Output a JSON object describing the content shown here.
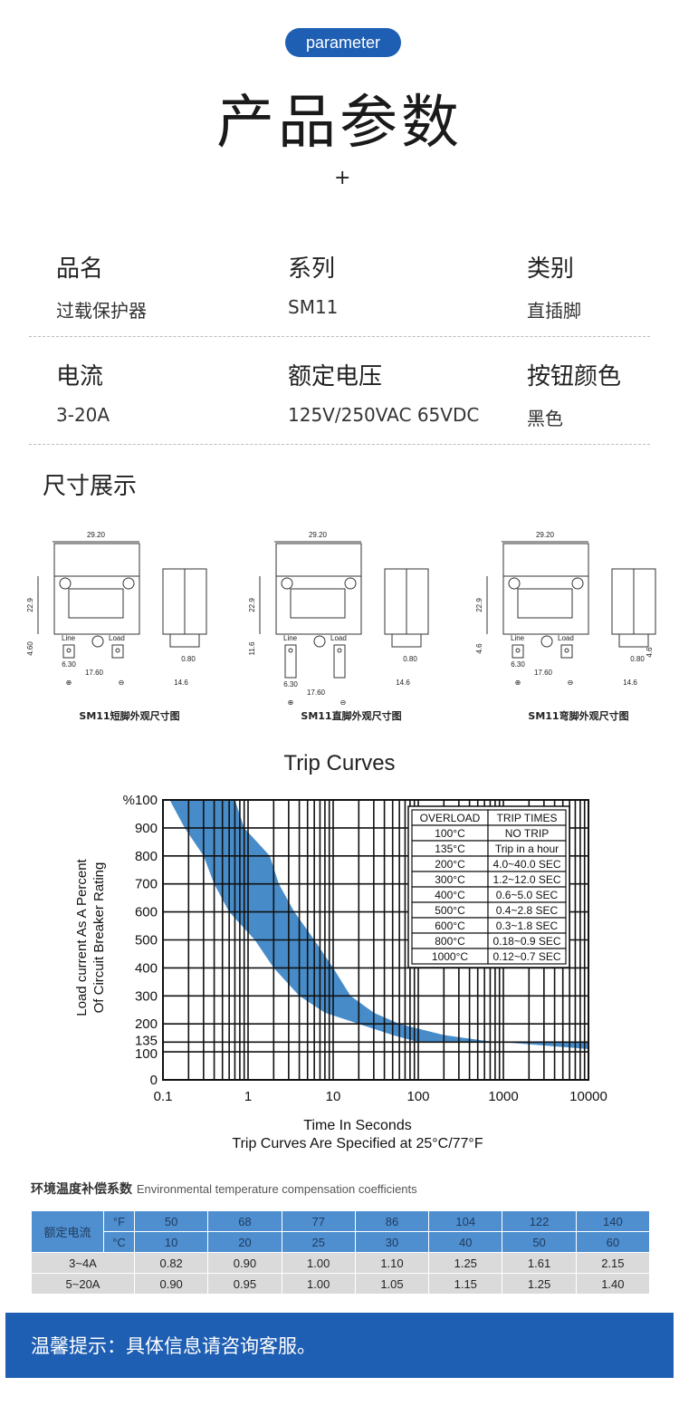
{
  "header": {
    "badge": "parameter",
    "title": "产品参数",
    "plus": "+"
  },
  "params": {
    "row1": [
      {
        "label": "品名",
        "value": "过载保护器"
      },
      {
        "label": "系列",
        "value": "SM11"
      },
      {
        "label": "类别",
        "value": "直插脚"
      }
    ],
    "row2": [
      {
        "label": "电流",
        "value": "3-20A"
      },
      {
        "label": "额定电压",
        "value": "125V/250VAC 65VDC"
      },
      {
        "label": "按钮颜色",
        "value": "黑色"
      }
    ]
  },
  "dimensions": {
    "title": "尺寸展示",
    "figures": [
      {
        "caption": "SM11短脚外观尺寸图",
        "width": "29.20",
        "height": "22.9",
        "pin_len": "4.60",
        "pin_pitch": "6.30",
        "span": "17.60",
        "thick": "0.80",
        "depth": "14.6",
        "line": "Line",
        "load": "Load",
        "plus_sym": "⊕",
        "minus_sym": "⊖"
      },
      {
        "caption": "SM11直脚外观尺寸图",
        "width": "29.20",
        "height": "22.9",
        "pin_len": "11.6",
        "pin_pitch": "6.30",
        "span": "17.60",
        "thick": "0.80",
        "depth": "14.6",
        "line": "Line",
        "load": "Load",
        "plus_sym": "⊕",
        "minus_sym": "⊖"
      },
      {
        "caption": "SM11弯脚外观尺寸图",
        "width": "29.20",
        "height": "22.9",
        "pin_len": "4.6",
        "pin_pitch": "6.30",
        "span": "17.60",
        "thick": "0.80",
        "depth": "14.6",
        "line": "Line",
        "load": "Load",
        "plus_sym": "⊕",
        "minus_sym": "⊖",
        "side_pin": "4.6"
      }
    ]
  },
  "chart_data": {
    "type": "area",
    "title": "Trip Curves",
    "xlabel": "Time In Seconds",
    "xlabel2": "Trip Curves Are Specified at 25°C/77°F",
    "ylabel": "Load current As A Percent",
    "ylabel2": "Of Circuit Breaker Rating",
    "x_scale": "log",
    "xlim": [
      0.1,
      10000
    ],
    "ylim": [
      0,
      1000
    ],
    "x_ticks": [
      "0.1",
      "1",
      "10",
      "100",
      "1000",
      "10000"
    ],
    "y_ticks": [
      {
        "v": 0,
        "label": "0"
      },
      {
        "v": 100,
        "label": "100"
      },
      {
        "v": 135,
        "label": "135"
      },
      {
        "v": 200,
        "label": "200"
      },
      {
        "v": 300,
        "label": "300"
      },
      {
        "v": 400,
        "label": "400"
      },
      {
        "v": 500,
        "label": "500"
      },
      {
        "v": 600,
        "label": "600"
      },
      {
        "v": 700,
        "label": "700"
      },
      {
        "v": 800,
        "label": "800"
      },
      {
        "v": 900,
        "label": "900"
      },
      {
        "v": 1000,
        "label": "%100"
      }
    ],
    "band_color": "#3d86c6",
    "band_lower": [
      [
        0.12,
        1000
      ],
      [
        0.18,
        900
      ],
      [
        0.3,
        800
      ],
      [
        0.4,
        700
      ],
      [
        0.6,
        600
      ],
      [
        1.2,
        500
      ],
      [
        2,
        400
      ],
      [
        4,
        300
      ],
      [
        8,
        240
      ],
      [
        20,
        200
      ],
      [
        50,
        160
      ],
      [
        100,
        135
      ],
      [
        10000,
        135
      ]
    ],
    "band_upper": [
      [
        0.7,
        1000
      ],
      [
        0.9,
        900
      ],
      [
        1.8,
        800
      ],
      [
        2.3,
        700
      ],
      [
        3.5,
        600
      ],
      [
        6,
        500
      ],
      [
        10,
        400
      ],
      [
        16,
        300
      ],
      [
        30,
        240
      ],
      [
        60,
        200
      ],
      [
        200,
        160
      ],
      [
        600,
        140
      ],
      [
        10000,
        110
      ]
    ],
    "legend_table": {
      "headers": [
        "OVERLOAD",
        "TRIP TIMES"
      ],
      "rows": [
        [
          "100°C",
          "NO TRIP"
        ],
        [
          "135°C",
          "Trip in a hour"
        ],
        [
          "200°C",
          "4.0~40.0 SEC"
        ],
        [
          "300°C",
          "1.2~12.0 SEC"
        ],
        [
          "400°C",
          "0.6~5.0 SEC"
        ],
        [
          "500°C",
          "0.4~2.8 SEC"
        ],
        [
          "600°C",
          "0.3~1.8 SEC"
        ],
        [
          "800°C",
          "0.18~0.9 SEC"
        ],
        [
          "1000°C",
          "0.12~0.7 SEC"
        ]
      ]
    }
  },
  "env_table": {
    "title": "环境温度补偿系数",
    "subtitle": "Environmental temperature compensation coefficients",
    "row_label": "额定电流",
    "unit_f": "°F",
    "unit_c": "°C",
    "f_values": [
      "50",
      "68",
      "77",
      "86",
      "104",
      "122",
      "140"
    ],
    "c_values": [
      "10",
      "20",
      "25",
      "30",
      "40",
      "50",
      "60"
    ],
    "rows": [
      {
        "label": "3~4A",
        "values": [
          "0.82",
          "0.90",
          "1.00",
          "1.10",
          "1.25",
          "1.61",
          "2.15"
        ]
      },
      {
        "label": "5~20A",
        "values": [
          "0.90",
          "0.95",
          "1.00",
          "1.05",
          "1.15",
          "1.25",
          "1.40"
        ]
      }
    ]
  },
  "footer": {
    "text": "温馨提示：具体信息请咨询客服。"
  }
}
